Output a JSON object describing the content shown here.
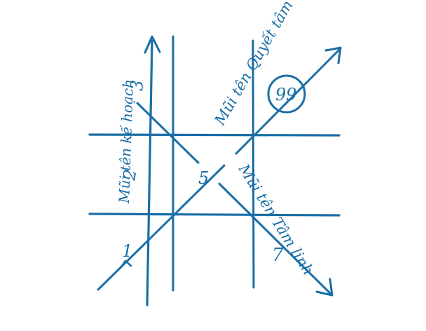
{
  "colors": {
    "ink": "#1a6ea6",
    "background": "#ffffff"
  },
  "numbers": {
    "n1": "1",
    "n2": "2",
    "n3": "3",
    "n5": "5",
    "n7": "7",
    "n99": "99"
  },
  "arrows": {
    "ke_hoach": "Mũi tên kế hoạch",
    "quyet_tam": "Mũi tên Quyết tâm",
    "tam_linh": "Mũi tên Tâm linh"
  }
}
